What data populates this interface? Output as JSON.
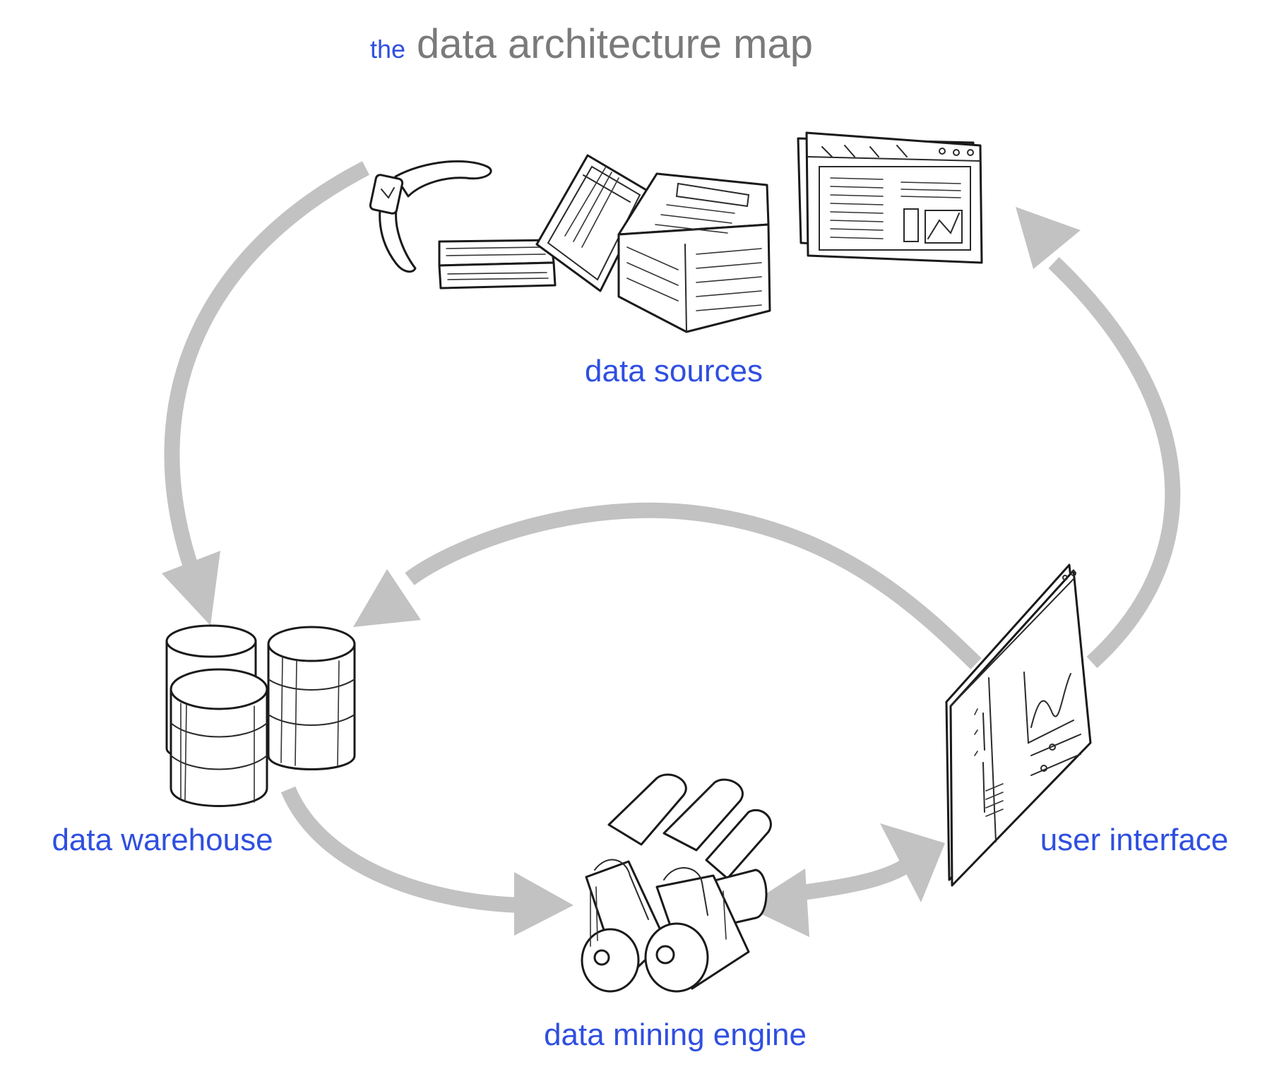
{
  "title": {
    "prefix": "the",
    "main": "data architecture map"
  },
  "colors": {
    "accent_label": "#2f4fe0",
    "title_gray": "#7a7a7a",
    "arrow_gray": "#c2c2c2",
    "sketch_ink": "#1a1a1a"
  },
  "nodes": {
    "data_sources": {
      "label": "data sources",
      "icon": "devices-and-books-sketch-icon"
    },
    "data_warehouse": {
      "label": "data warehouse",
      "icon": "database-cylinders-sketch-icon"
    },
    "data_mining_engine": {
      "label": "data mining engine",
      "icon": "engine-rollers-sketch-icon"
    },
    "user_interface": {
      "label": "user interface",
      "icon": "dashboard-window-sketch-icon"
    },
    "browser_output": {
      "icon": "browser-window-sketch-icon"
    }
  },
  "edges": [
    {
      "from": "data_sources",
      "to": "data_warehouse"
    },
    {
      "from": "data_warehouse",
      "to": "data_mining_engine"
    },
    {
      "from": "data_mining_engine",
      "to": "user_interface",
      "bidirectional": true
    },
    {
      "from": "user_interface",
      "to": "data_warehouse"
    },
    {
      "from": "user_interface",
      "to": "browser_output"
    }
  ]
}
